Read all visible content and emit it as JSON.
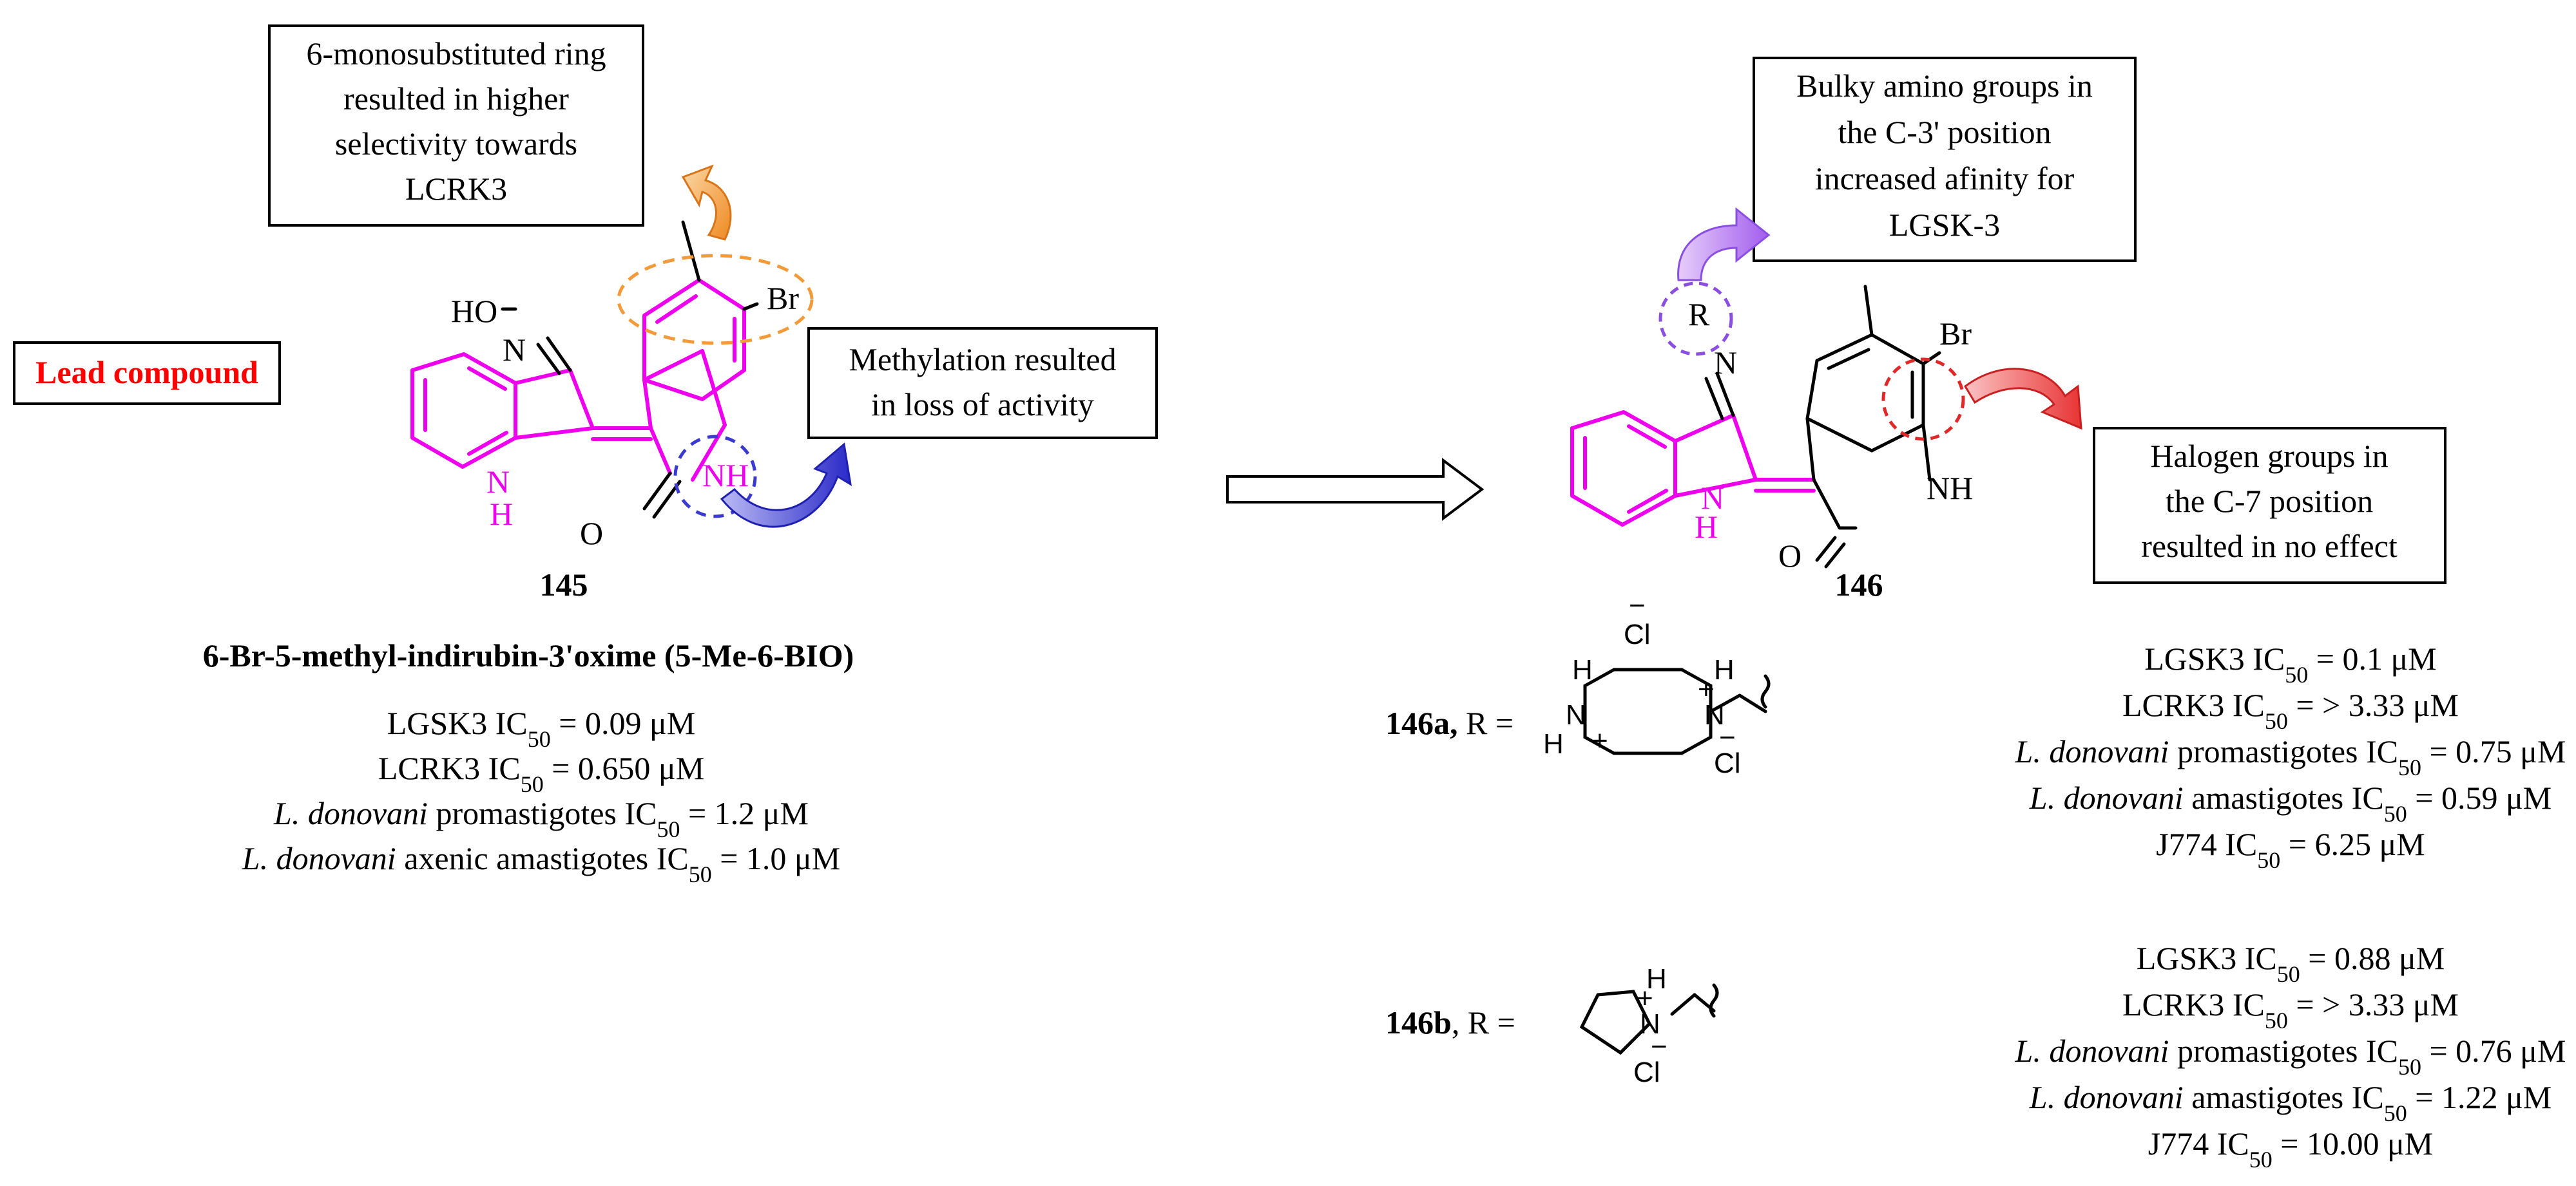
{
  "lead_label": "Lead compound",
  "annotations": {
    "ring": [
      "6-monosubstituted ring",
      "resulted in higher",
      "selectivity towards",
      "LCRK3"
    ],
    "methylation": [
      "Methylation resulted",
      "in loss of activity"
    ],
    "bulky": [
      "Bulky amino groups in",
      "the C-3' position",
      "increased afinity for",
      "LGSK-3"
    ],
    "halogen": [
      "Halogen groups in",
      "the C-7 position",
      "resulted in no effect"
    ]
  },
  "compound_145": {
    "number": "145",
    "name": "6-Br-5-methyl-indirubin-3'oxime (5-Me-6-BIO)",
    "atoms": {
      "ho": "HO",
      "n_oxime": "N",
      "br": "Br",
      "nh_left": "N",
      "h_left": "H",
      "nh_right": "NH",
      "o": "O"
    },
    "activities": [
      {
        "pre": "",
        "italic": "",
        "mid": "LGSK3 IC",
        "sub": "50",
        "post": " = 0.09 μM"
      },
      {
        "pre": "",
        "italic": "",
        "mid": "LCRK3 IC",
        "sub": "50",
        "post": " = 0.650 μM"
      },
      {
        "pre": "",
        "italic": "L. donovani",
        "mid": " promastigotes IC",
        "sub": "50",
        "post": " = 1.2 μM"
      },
      {
        "pre": "",
        "italic": "L. donovani",
        "mid": " axenic amastigotes IC",
        "sub": "50",
        "post": " = 1.0 μM"
      }
    ]
  },
  "compound_146": {
    "number": "146",
    "atoms": {
      "r": "R",
      "n_oxime": "N",
      "br": "Br",
      "nh_left": "N",
      "h_left": "H",
      "nh_right": "NH",
      "o": "O"
    }
  },
  "compound_146a": {
    "label_bold": "146a,",
    "label_rest": " R =",
    "atoms": {
      "cl_top": "Cl",
      "cl_minus_top": "−",
      "h1": "H",
      "n1": "N",
      "plus1": "+",
      "h2": "H",
      "h3": "H",
      "n2": "N",
      "plus2": "+",
      "cl_bottom": "Cl",
      "cl_minus_bottom": "−"
    },
    "activities": [
      {
        "italic": "",
        "mid": "LGSK3 IC",
        "sub": "50",
        "post": " =  0.1  μM"
      },
      {
        "italic": "",
        "mid": "LCRK3 IC",
        "sub": "50",
        "post": " = > 3.33 μM"
      },
      {
        "italic": "L. donovani",
        "mid": " promastigotes IC",
        "sub": "50",
        "post": " = 0.75 μM"
      },
      {
        "italic": "L. donovani",
        "mid": " amastigotes IC",
        "sub": "50",
        "post": " = 0.59  μM"
      },
      {
        "italic": "",
        "mid": "J774 IC",
        "sub": "50",
        "post": " = 6.25 μM"
      }
    ]
  },
  "compound_146b": {
    "label_bold": "146b",
    "label_rest": ", R =",
    "atoms": {
      "h": "H",
      "n": "N",
      "plus": "+",
      "cl": "Cl",
      "minus": "−"
    },
    "activities": [
      {
        "italic": "",
        "mid": "LGSK3 IC",
        "sub": "50",
        "post": " =  0.88 μM"
      },
      {
        "italic": "",
        "mid": "LCRK3 IC",
        "sub": "50",
        "post": " = > 3.33 μM"
      },
      {
        "italic": "L. donovani",
        "mid": " promastigotes IC",
        "sub": "50",
        "post": " = 0.76 μM"
      },
      {
        "italic": "L. donovani",
        "mid": " amastigotes IC",
        "sub": "50",
        "post": " = 1.22 μM"
      },
      {
        "italic": "",
        "mid": "J774 IC",
        "sub": "50",
        "post": " = 10.00 μM"
      }
    ]
  },
  "colors": {
    "scaffold": "#ee00ee",
    "lead_text": "#ff0000",
    "orange": "#f39a3a",
    "blue": "#3a3ad0",
    "purple": "#b06ef0",
    "red": "#ee4040"
  }
}
